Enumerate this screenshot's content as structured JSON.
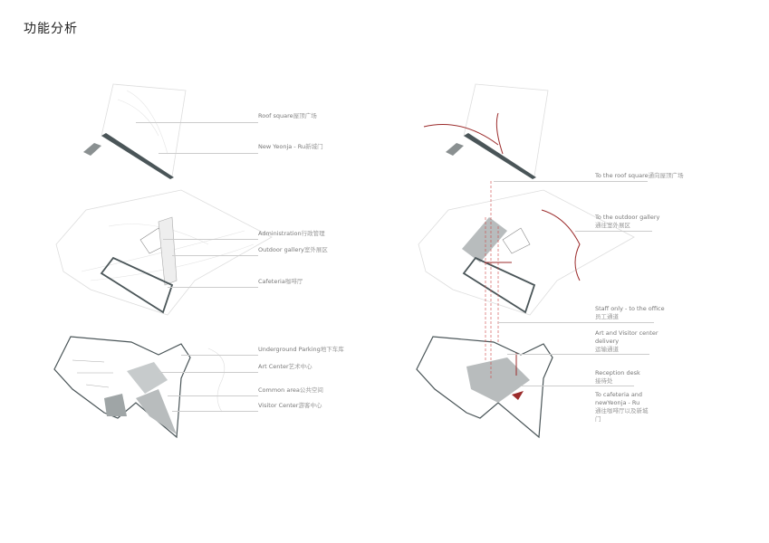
{
  "title": "功能分析",
  "left_labels": [
    {
      "en": "Roof square",
      "zh": "屋顶广场"
    },
    {
      "en": "New Yeonja - Ru",
      "zh": "新城门"
    },
    {
      "en": "Administration",
      "zh": "行政管理"
    },
    {
      "en": "Outdoor gallery",
      "zh": "室外展区"
    },
    {
      "en": "Cafeteria",
      "zh": "咖啡厅"
    },
    {
      "en": "Underground Parking",
      "zh": "地下车库"
    },
    {
      "en": "Art Center",
      "zh": "艺术中心"
    },
    {
      "en": "Common area",
      "zh": "公共空间"
    },
    {
      "en": "Visitor Center",
      "zh": "游客中心"
    }
  ],
  "right_labels": [
    {
      "en": "To the roof square",
      "zh": "通向屋顶广场"
    },
    {
      "en": "To the outdoor gallery",
      "zh": "通往室外展区"
    },
    {
      "en": "Staff only - to the office",
      "zh": "员工通道"
    },
    {
      "en": "Art and Visitor center delivery",
      "zh": "运输通道"
    },
    {
      "en": "Reception desk",
      "zh": "接待处"
    },
    {
      "en": "To cafeteria and newYeonja - Ru",
      "zh": "通往咖啡厅以及新城门"
    }
  ],
  "colors": {
    "accent": "#9b2b2b",
    "outline": "#4a5558",
    "fill": "#b8bcbd"
  }
}
